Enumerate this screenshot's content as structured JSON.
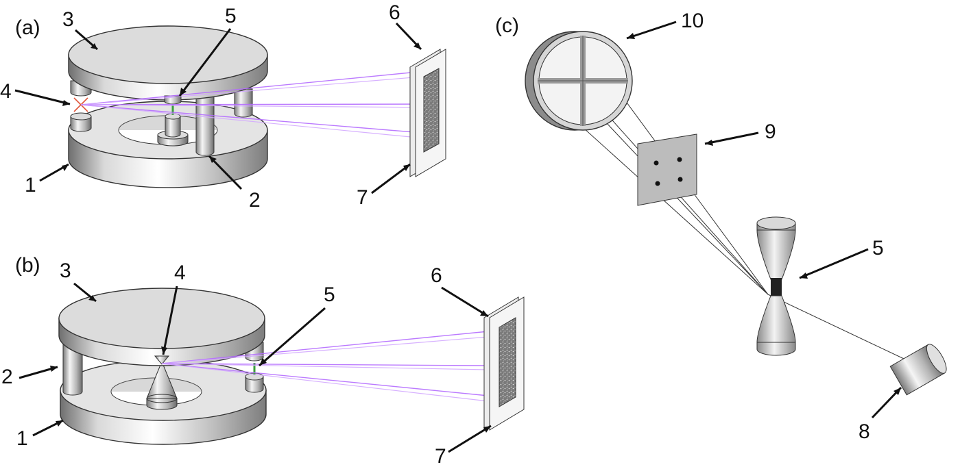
{
  "panels": {
    "a": {
      "label": "(a)",
      "numbers": {
        "n1": "1",
        "n2": "2",
        "n3": "3",
        "n4": "4",
        "n5": "5",
        "n6": "6",
        "n7": "7"
      }
    },
    "b": {
      "label": "(b)",
      "numbers": {
        "n1": "1",
        "n2": "2",
        "n3": "3",
        "n4": "4",
        "n5": "5",
        "n6": "6",
        "n7": "7"
      }
    },
    "c": {
      "label": "(c)",
      "numbers": {
        "n5": "5",
        "n8": "8",
        "n9": "9",
        "n10": "10"
      }
    }
  },
  "colors": {
    "beam": "#b46bff",
    "sample": "#3a9d3a",
    "crossing": "#e0553a",
    "steel_light": "#e6e6e6",
    "steel_dark": "#7a7a7a"
  }
}
